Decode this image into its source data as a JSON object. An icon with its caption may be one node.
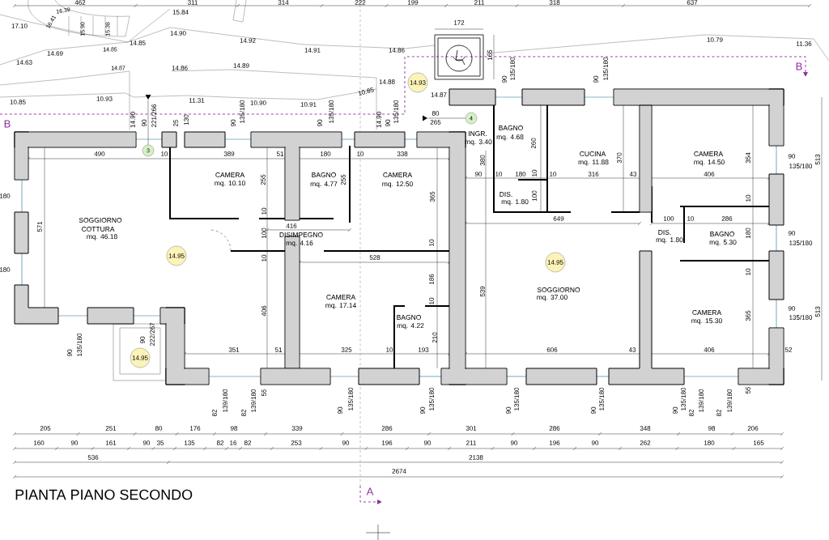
{
  "diagram": {
    "title": "PIANTA PIANO SECONDO",
    "nodes": [
      {
        "text": [
          "14.93"
        ]
      },
      {
        "text": [
          "4"
        ]
      },
      {
        "text": [
          "3"
        ]
      },
      {
        "text": [
          "14.95"
        ]
      },
      {
        "text": [
          "14.95"
        ]
      },
      {
        "text": [
          "14.95"
        ]
      },
      {
        "text": [],
        "shape": "triangle"
      },
      {
        "text": [],
        "shape": "triangle"
      }
    ],
    "edges": [
      {
        "from": 6,
        "to": 2,
        "arrow": "none"
      },
      {
        "from": 7,
        "to": 1,
        "arrow": "none"
      }
    ],
    "labels": [
      "462",
      "16.39",
      "311",
      "314",
      "222",
      "199",
      "211",
      "318",
      "637",
      "15.84",
      "172",
      "17.10",
      "16.41",
      "15.90",
      "15.38",
      "14.85",
      "14.85",
      "14.90",
      "14.92",
      "14.91",
      "14.86",
      "10.79",
      "11.36",
      "14.69",
      "165",
      "14.63",
      "B",
      "14.87",
      "14.86",
      "14.89",
      "14.88",
      "10.85",
      "10.93",
      "11.31",
      "10.90",
      "10.91",
      "10.85",
      "90",
      "135/180",
      "90",
      "135/180",
      "14.87",
      "80",
      "265",
      "B",
      "14.90",
      "90",
      "221/266",
      "25",
      "130",
      "90",
      "135/180",
      "90",
      "135/180",
      "14.90",
      "90",
      "135/180",
      "BAGNO",
      "INGR.",
      "mq. 4.68",
      "mq. 3.40",
      "260",
      "490",
      "10",
      "389",
      "51",
      "180",
      "10",
      "338",
      "380",
      "CUCINA",
      "mq. 11.88",
      "370",
      "CAMERA",
      "mq. 14.50",
      "354",
      "90",
      "135/180",
      "513",
      "CAMERA",
      "mq. 10.10",
      "255",
      "BAGNO",
      "mq. 4.77",
      "255",
      "CAMERA",
      "mq. 12.50",
      "90",
      "10",
      "180",
      "10",
      "10",
      "316",
      "43",
      "406",
      "365",
      "180",
      "DIS.",
      "mq. 1.80",
      "100",
      "10",
      "10",
      "SOGGIORNO",
      "COTTURA",
      "mq. 46.18",
      "571",
      "649",
      "100",
      "10",
      "286",
      "416",
      "100",
      "DISIMPEGNO",
      "mq. 4.16",
      "DIS.",
      "mq. 1.80",
      "BAGNO",
      "mq. 5.30",
      "180",
      "90",
      "135/180",
      "10",
      "528",
      "10",
      "180",
      "10",
      "186",
      "CAMERA",
      "539",
      "SOGGIORNO",
      "mq. 37.00",
      "mq. 17.14",
      "10",
      "406",
      "CAMERA",
      "mq. 15.30",
      "365",
      "90",
      "135/180",
      "513",
      "BAGNO",
      "mq. 4.22",
      "90",
      "135/180",
      "90",
      "222/267",
      "210",
      "351",
      "51",
      "325",
      "10",
      "193",
      "606",
      "43",
      "406",
      "52",
      "82",
      "139/180",
      "82",
      "139/180",
      "55",
      "90",
      "135/180",
      "90",
      "135/180",
      "90",
      "135/180",
      "90",
      "135/180",
      "90",
      "135/180",
      "82",
      "139/180",
      "82",
      "139/180",
      "55",
      "205",
      "251",
      "80",
      "176",
      "98",
      "339",
      "286",
      "301",
      "286",
      "348",
      "98",
      "206",
      "160",
      "90",
      "161",
      "90",
      "35",
      "135",
      "82",
      "16",
      "82",
      "253",
      "90",
      "196",
      "90",
      "211",
      "90",
      "196",
      "90",
      "262",
      "180",
      "165",
      "536",
      "2138",
      "2674",
      "A"
    ]
  }
}
